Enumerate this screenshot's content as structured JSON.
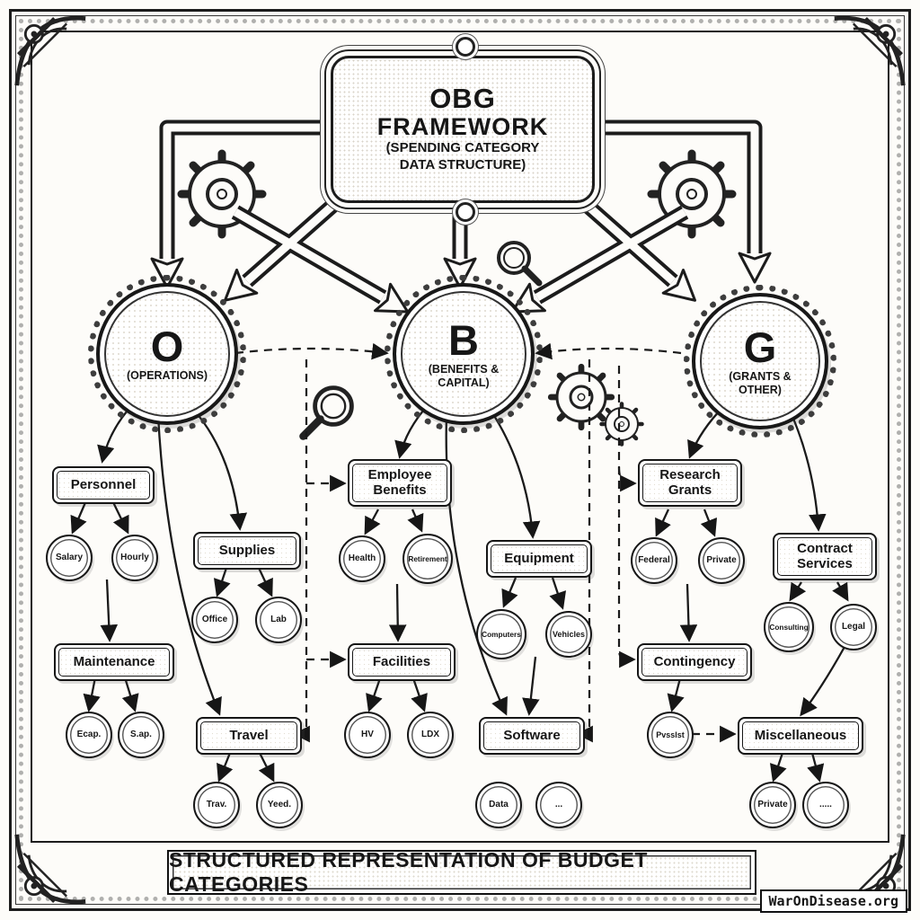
{
  "title": {
    "line1": "OBG",
    "line2": "FRAMEWORK",
    "line3": "(SPENDING CATEGORY",
    "line4": "DATA STRUCTURE)"
  },
  "branches": [
    {
      "letter": "O",
      "label": "(OPERATIONS)"
    },
    {
      "letter": "B",
      "label": "(BENEFITS & CAPITAL)"
    },
    {
      "letter": "G",
      "label": "(GRANTS & OTHER)"
    }
  ],
  "categories": [
    {
      "label": "Personnel",
      "children": [
        "Salary",
        "Hourly"
      ]
    },
    {
      "label": "Maintenance",
      "children": [
        "Ecap.",
        "S.ap."
      ]
    },
    {
      "label": "Supplies",
      "children": [
        "Office",
        "Lab"
      ]
    },
    {
      "label": "Travel",
      "children": [
        "Trav.",
        "Yeed."
      ]
    },
    {
      "label": "Employee Benefits",
      "children": [
        "Health",
        "Retirement"
      ]
    },
    {
      "label": "Facilities",
      "children": [
        "HV",
        "LDX"
      ]
    },
    {
      "label": "Equipment",
      "children": [
        "Computers",
        "Vehicles"
      ]
    },
    {
      "label": "Software",
      "children": [
        "Data",
        "..."
      ]
    },
    {
      "label": "Research Grants",
      "children": [
        "Federal",
        "Private"
      ]
    },
    {
      "label": "Contingency",
      "children": [
        "Pvsslst"
      ]
    },
    {
      "label": "Contract Services",
      "children": [
        "Consulting",
        "Legal"
      ]
    },
    {
      "label": "Miscellaneous",
      "children": [
        "Private",
        "....."
      ]
    }
  ],
  "banner": {
    "text": "STRUCTURED REPRESENTATION OF BUDGET CATEGORIES"
  },
  "watermark": {
    "text": "WarOnDisease.org"
  },
  "icons": {
    "gear": "gear-icon",
    "magnifier": "magnifier-icon"
  },
  "colors": {
    "ink": "#161616",
    "paper": "#fdfcf9"
  }
}
